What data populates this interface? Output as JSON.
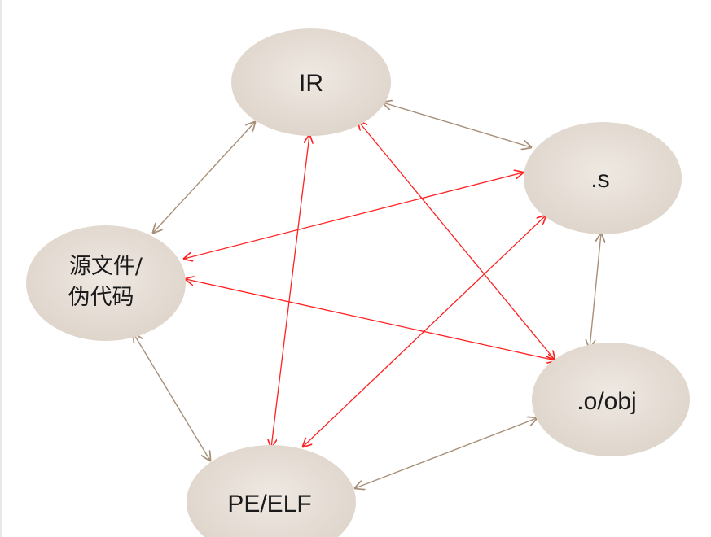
{
  "diagram": {
    "colors": {
      "node_fill_center": "#efe9e3",
      "node_fill_edge": "#ddd3c9",
      "node_text": "#1a1a1a",
      "link_brown": "#a89078",
      "link_red": "#ff2020"
    },
    "nodes": {
      "ir": {
        "label": "IR"
      },
      "s": {
        "label": ".s"
      },
      "source": {
        "label_line1": "源文件/",
        "label_line2": "伪代码"
      },
      "obj": {
        "label": ".o/obj"
      },
      "pe": {
        "label": "PE/ELF"
      }
    },
    "links": [
      {
        "from": "IR",
        "to": ".s",
        "color": "brown",
        "bidirectional": true
      },
      {
        "from": "IR",
        "to": "源文件/伪代码",
        "color": "brown",
        "bidirectional": true
      },
      {
        "from": ".s",
        "to": ".o/obj",
        "color": "brown",
        "bidirectional": true
      },
      {
        "from": "源文件/伪代码",
        "to": "PE/ELF",
        "color": "brown",
        "bidirectional": true
      },
      {
        "from": ".o/obj",
        "to": "PE/ELF",
        "color": "brown",
        "bidirectional": true
      },
      {
        "from": "IR",
        "to": "PE/ELF",
        "color": "red",
        "bidirectional": true
      },
      {
        "from": "IR",
        "to": ".o/obj",
        "color": "red",
        "bidirectional": true
      },
      {
        "from": ".s",
        "to": "源文件/伪代码",
        "color": "red",
        "bidirectional": true
      },
      {
        "from": ".s",
        "to": "PE/ELF",
        "color": "red",
        "bidirectional": true
      },
      {
        "from": "源文件/伪代码",
        "to": ".o/obj",
        "color": "red",
        "bidirectional": true
      }
    ]
  }
}
